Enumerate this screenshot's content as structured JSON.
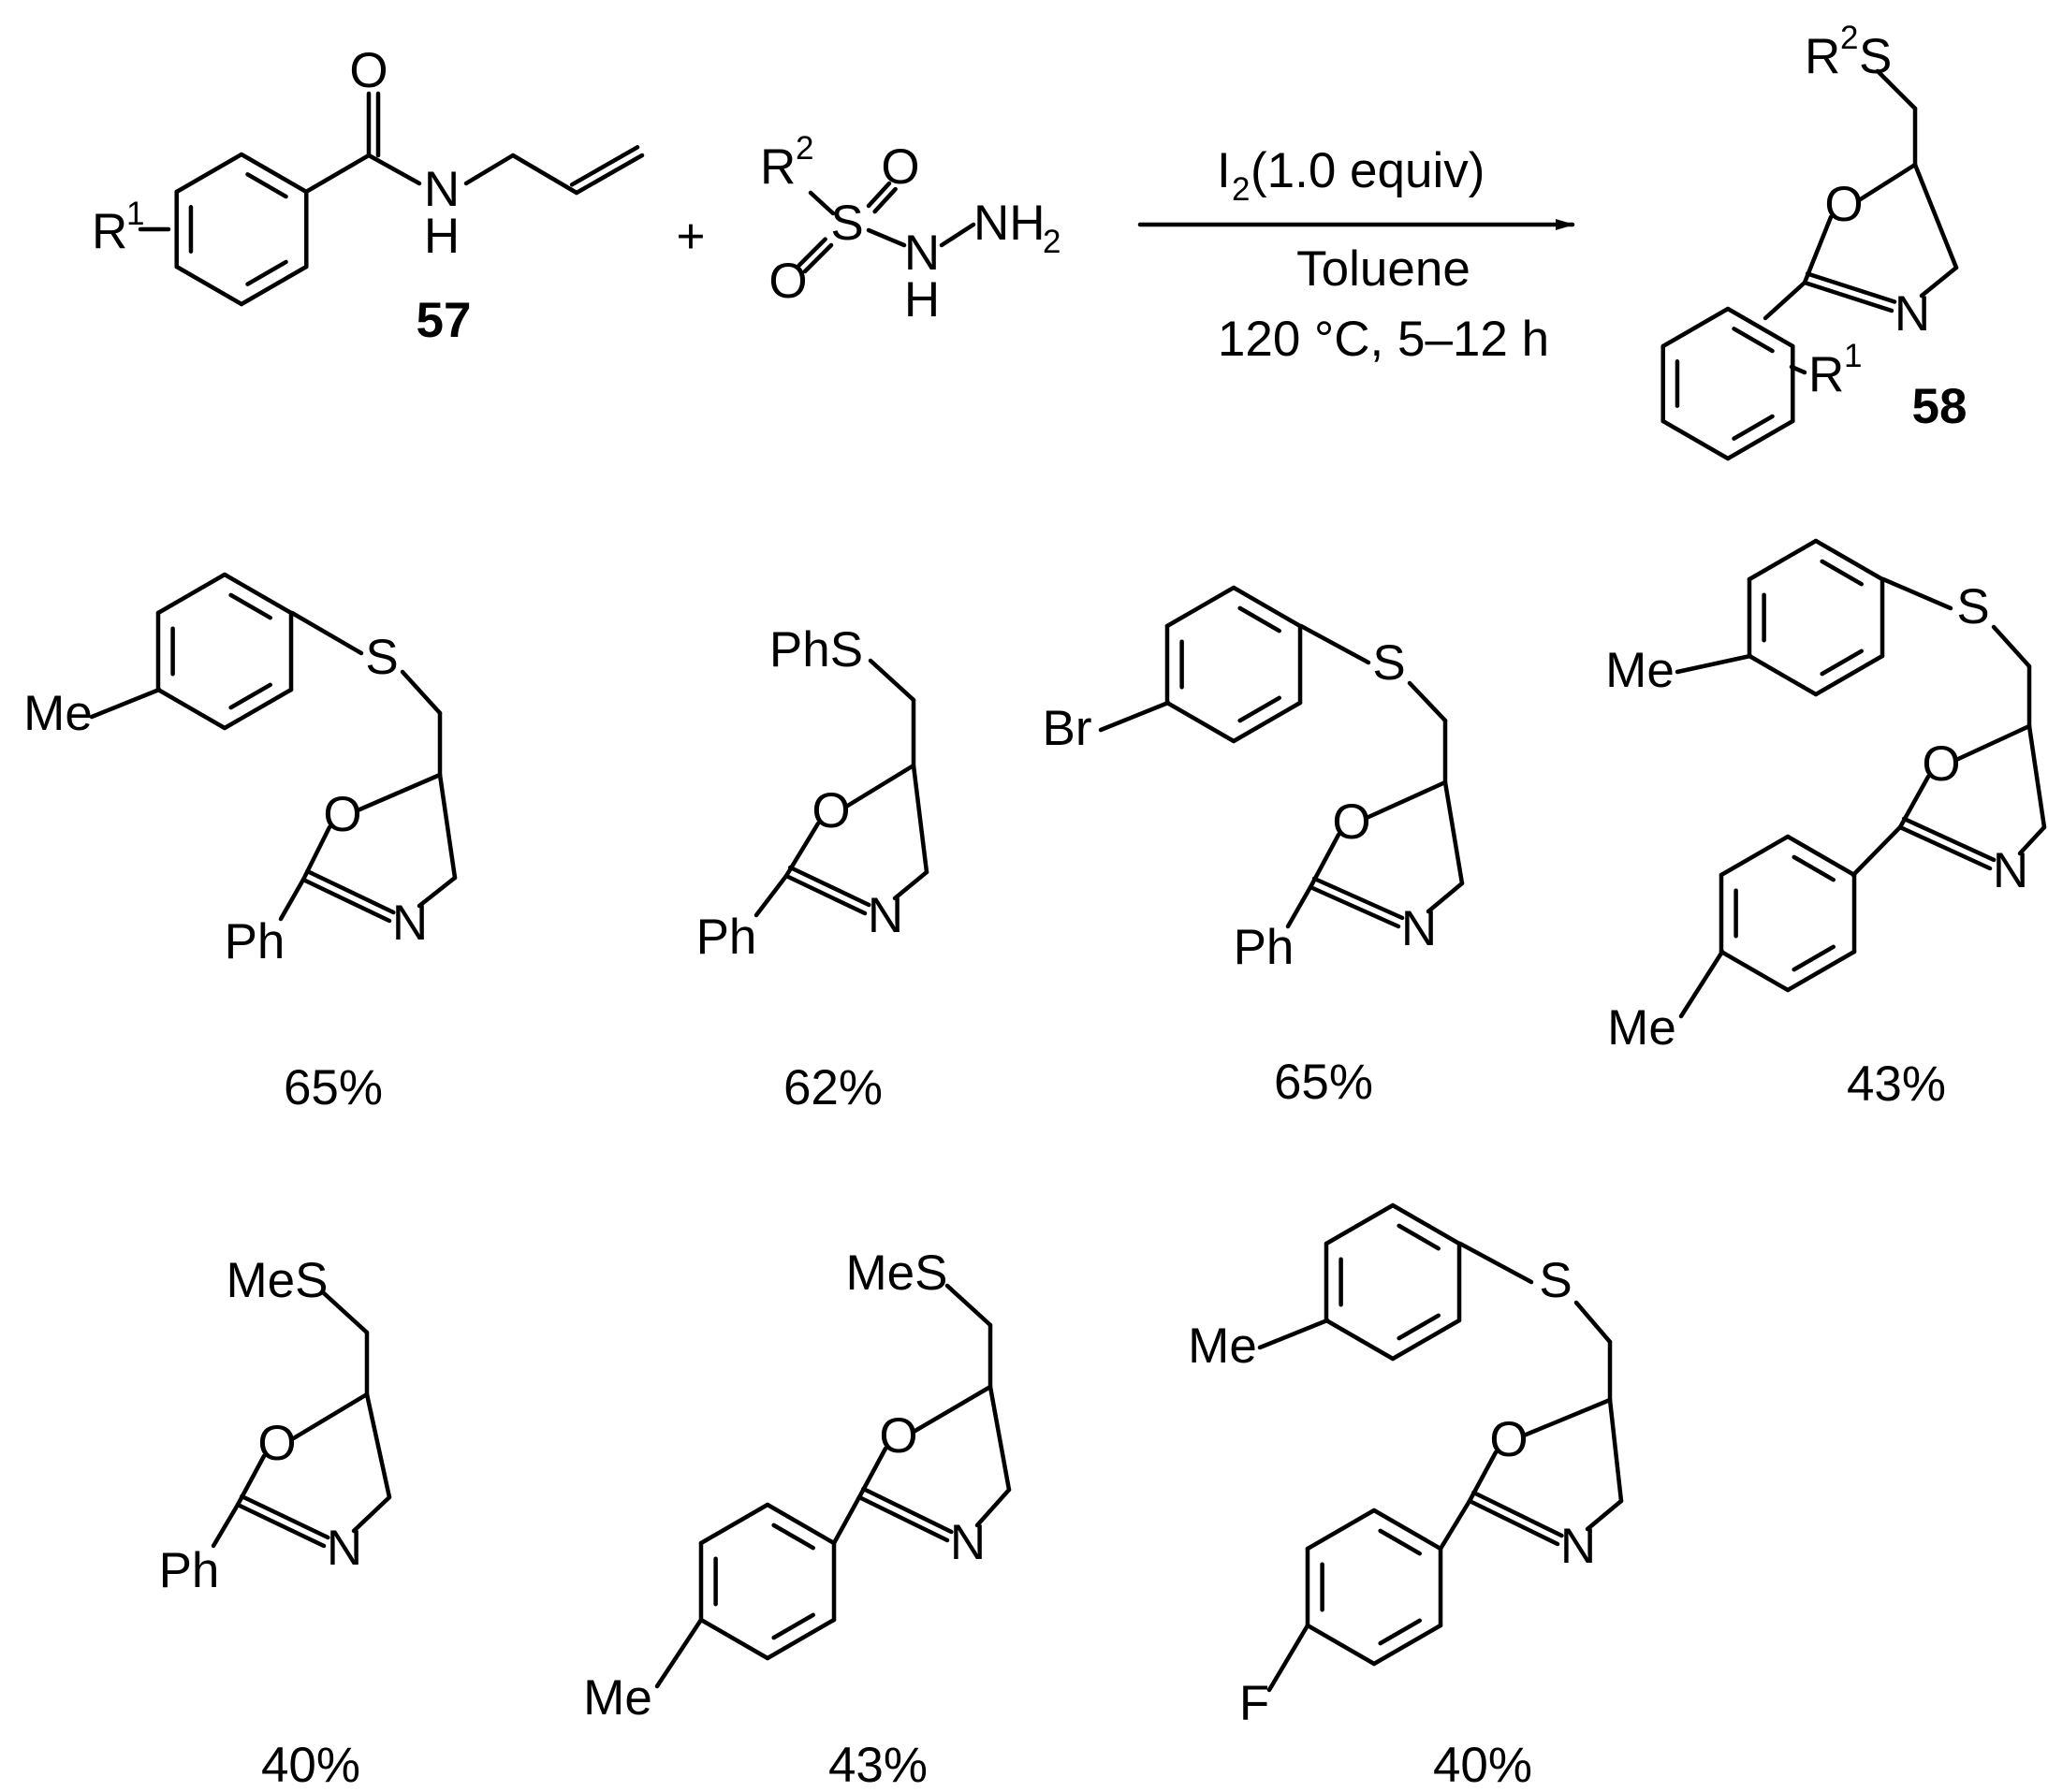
{
  "reaction": {
    "plus": "+",
    "reactant1": {
      "number": "57",
      "labels": {
        "r": "R",
        "r_sup": "1",
        "o": "O",
        "n": "N",
        "h": "H"
      }
    },
    "reactant2": {
      "labels": {
        "r": "R",
        "r_sup": "2",
        "o_top": "O",
        "o_left": "O",
        "s": "S",
        "nh": "N",
        "h": "H",
        "nh2": "NH",
        "nh2_sub": "2"
      }
    },
    "conditions": {
      "reagent_main": "I",
      "reagent_sub": "2",
      "reagent_rest": " (1.0 equiv)",
      "solvent": "Toluene",
      "temperature_time": "120 °C, 5–12 h"
    },
    "product": {
      "number": "58",
      "labels": {
        "rs": "R",
        "rs_sup": "2",
        "rs_s": "S",
        "o": "O",
        "n": "N",
        "r": "R",
        "r_sup": "1"
      }
    }
  },
  "examples": [
    {
      "yield": "65%",
      "labels": {
        "me": "Me",
        "s": "S",
        "o": "O",
        "n": "N",
        "ph": "Ph"
      }
    },
    {
      "yield": "62%",
      "labels": {
        "phs": "PhS",
        "o": "O",
        "n": "N",
        "ph": "Ph"
      }
    },
    {
      "yield": "65%",
      "labels": {
        "br": "Br",
        "s": "S",
        "o": "O",
        "n": "N",
        "ph": "Ph"
      }
    },
    {
      "yield": "43%",
      "labels": {
        "me_top": "Me",
        "s": "S",
        "o": "O",
        "n": "N",
        "me_bottom": "Me"
      }
    },
    {
      "yield": "40%",
      "labels": {
        "mes": "MeS",
        "o": "O",
        "n": "N",
        "ph": "Ph"
      }
    },
    {
      "yield": "43%",
      "labels": {
        "mes": "MeS",
        "o": "O",
        "n": "N",
        "me": "Me"
      }
    },
    {
      "yield": "40%",
      "labels": {
        "me": "Me",
        "s": "S",
        "o": "O",
        "n": "N",
        "f": "F"
      }
    }
  ]
}
